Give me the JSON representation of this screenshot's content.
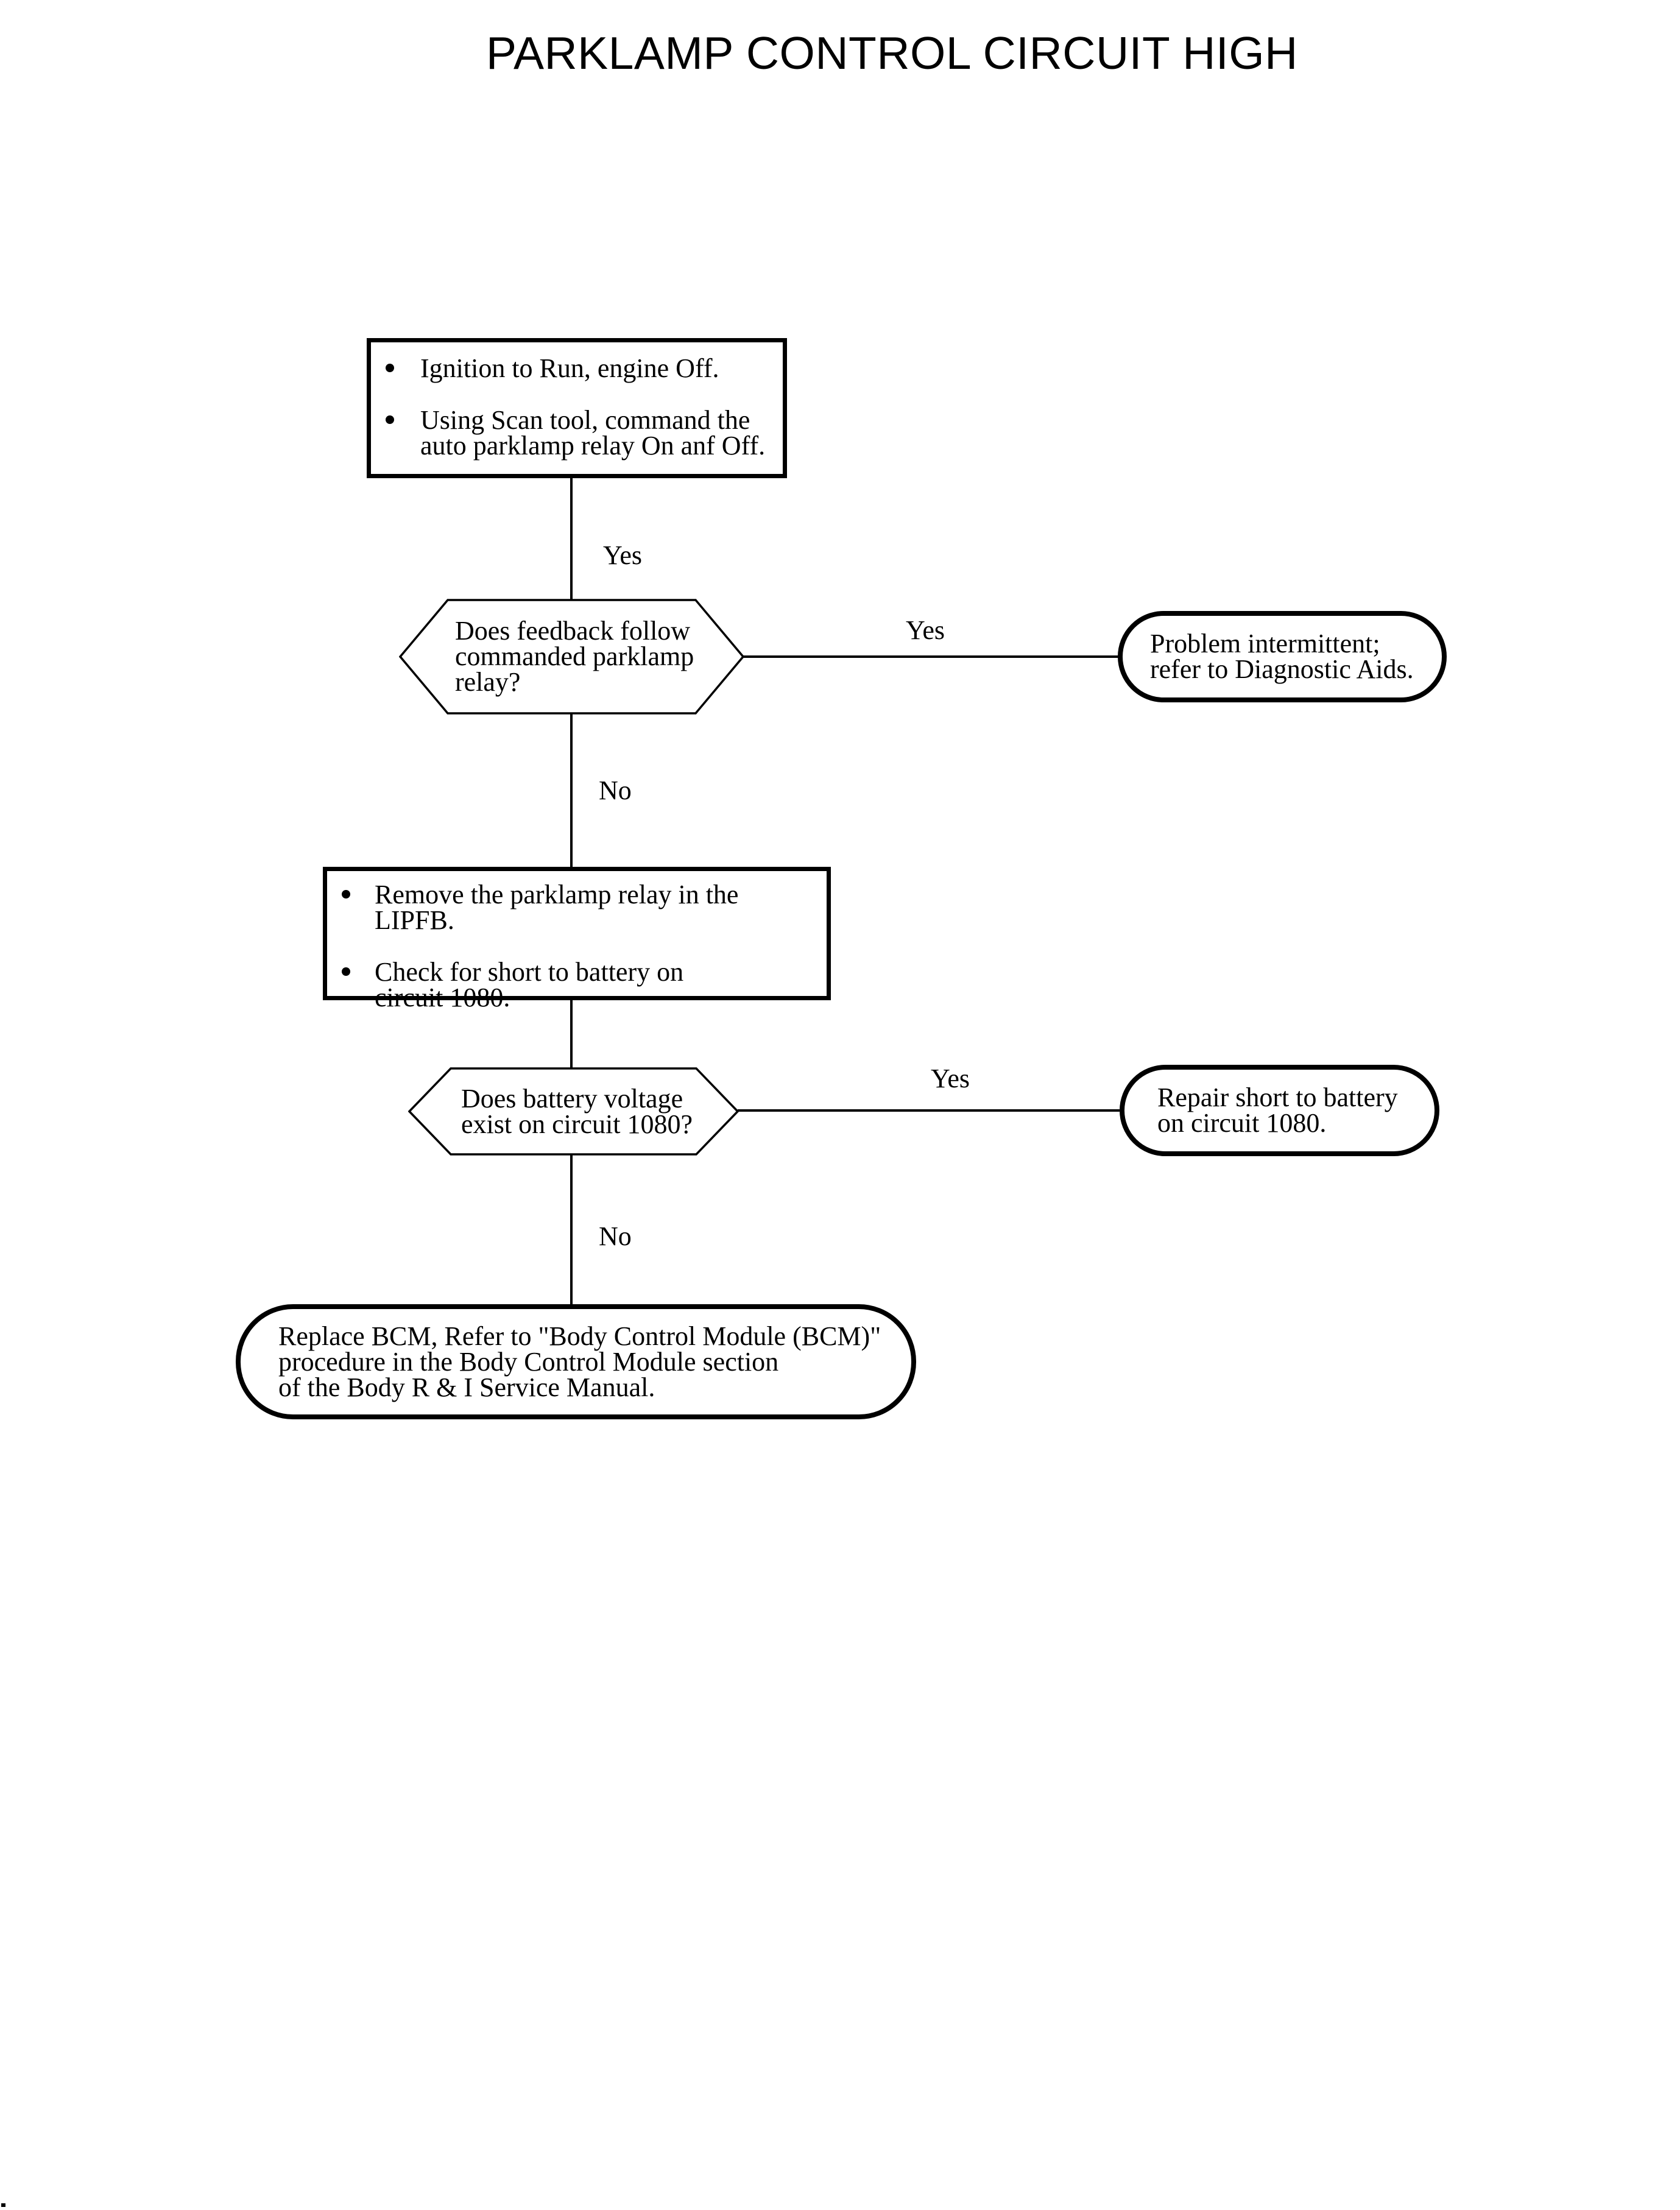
{
  "page": {
    "title": "PARKLAMP CONTROL CIRCUIT HIGH"
  },
  "colors": {
    "ink": "#000000",
    "paper": "#ffffff"
  },
  "flow": {
    "step1": {
      "bullets": [
        "Ignition to Run, engine Off.",
        "Using Scan tool, command the\nauto parklamp relay On anf Off."
      ]
    },
    "decision1": {
      "question": "Does feedback follow\ncommanded parklamp\nrelay?"
    },
    "result1": {
      "text": "Problem intermittent;\nrefer to Diagnostic Aids."
    },
    "step2": {
      "bullets": [
        "Remove the parklamp relay in the LIPFB.",
        "Check for short to battery on\ncircuit 1080."
      ]
    },
    "decision2": {
      "question": "Does battery voltage\nexist on circuit 1080?"
    },
    "result2": {
      "text": "Repair short to battery\non circuit 1080."
    },
    "result3": {
      "text": "Replace BCM, Refer to \"Body Control Module (BCM)\"\nprocedure in the Body Control Module section\nof the Body R & I Service Manual."
    }
  },
  "connectors": {
    "entry_yes": "Yes",
    "decision1_yes": "Yes",
    "decision1_no": "No",
    "decision2_yes": "Yes",
    "decision2_no": "No"
  }
}
